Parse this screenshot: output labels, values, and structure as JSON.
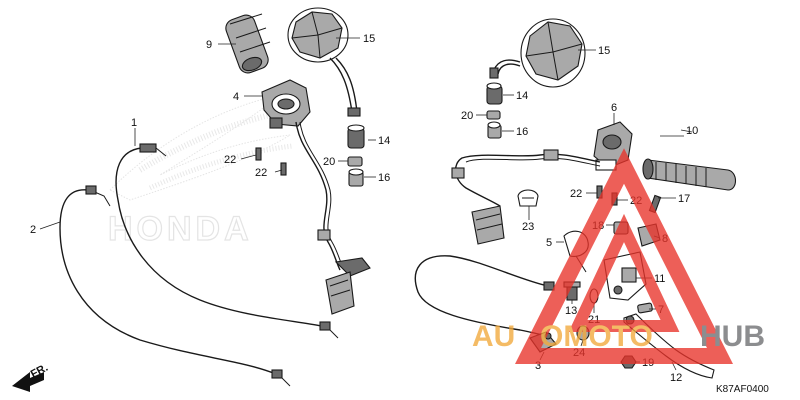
{
  "callouts": [
    {
      "id": "c1",
      "label": "1"
    },
    {
      "id": "c2",
      "label": "2"
    },
    {
      "id": "c3",
      "label": "3"
    },
    {
      "id": "c4",
      "label": "4"
    },
    {
      "id": "c5",
      "label": "5"
    },
    {
      "id": "c6",
      "label": "6"
    },
    {
      "id": "c7",
      "label": "7"
    },
    {
      "id": "c8",
      "label": "8"
    },
    {
      "id": "c9",
      "label": "9"
    },
    {
      "id": "c10",
      "label": "10"
    },
    {
      "id": "c11",
      "label": "11"
    },
    {
      "id": "c12",
      "label": "12"
    },
    {
      "id": "c13",
      "label": "13"
    },
    {
      "id": "c14a",
      "label": "14"
    },
    {
      "id": "c14b",
      "label": "14"
    },
    {
      "id": "c15a",
      "label": "15"
    },
    {
      "id": "c15b",
      "label": "15"
    },
    {
      "id": "c16a",
      "label": "16"
    },
    {
      "id": "c16b",
      "label": "16"
    },
    {
      "id": "c17",
      "label": "17"
    },
    {
      "id": "c18",
      "label": "18"
    },
    {
      "id": "c19",
      "label": "19"
    },
    {
      "id": "c20a",
      "label": "20"
    },
    {
      "id": "c20b",
      "label": "20"
    },
    {
      "id": "c21",
      "label": "21"
    },
    {
      "id": "c22a",
      "label": "22"
    },
    {
      "id": "c22b",
      "label": "22"
    },
    {
      "id": "c22c",
      "label": "22"
    },
    {
      "id": "c22d",
      "label": "22"
    },
    {
      "id": "c23",
      "label": "23"
    },
    {
      "id": "c24",
      "label": "24"
    }
  ],
  "diagram_code": "K87AF0400",
  "direction_label": "FR.",
  "brand_watermark": "HONDA",
  "site_watermark": {
    "left": "AU",
    "middle": "OMOTO",
    "right": "HUB"
  },
  "colors": {
    "watermark_red": "#e8332a",
    "watermark_orange": "#f2a93b",
    "watermark_gray": "#6d6e70"
  }
}
